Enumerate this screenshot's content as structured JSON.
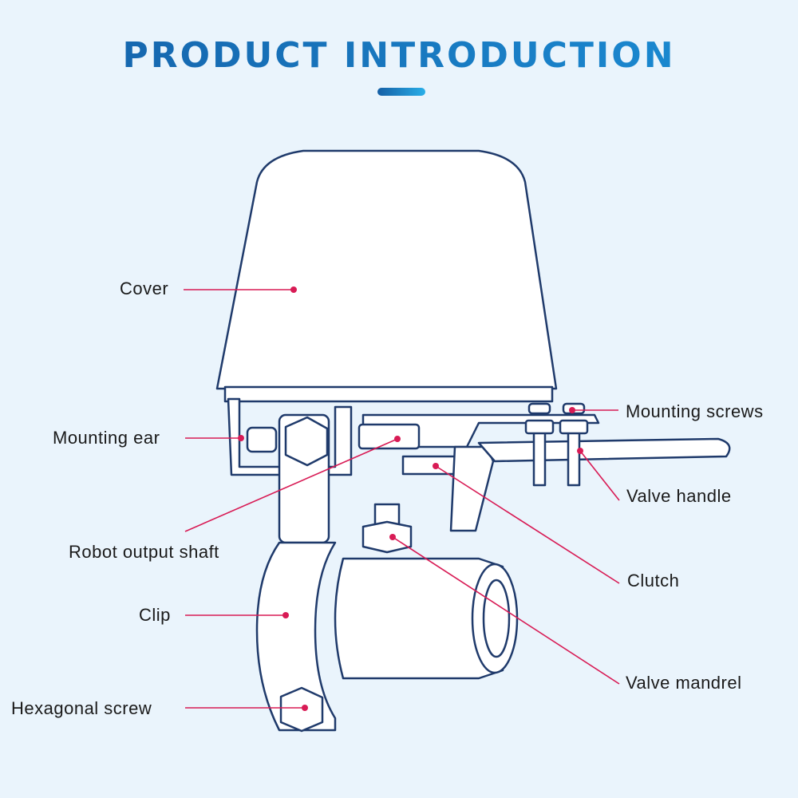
{
  "title": "PRODUCT INTRODUCTION",
  "colors": {
    "title_gradient": [
      "#1560a8",
      "#1b8fd6"
    ],
    "accent_bar": [
      "#155fa5",
      "#29aee8"
    ],
    "callout": "#d81b55",
    "outline": "#1f3a6b",
    "background": "#eaf4fc"
  },
  "labels": {
    "cover": "Cover",
    "mounting_ear": "Mounting ear",
    "robot_output_shaft": "Robot output shaft",
    "clip": "Clip",
    "hexagonal_screw": "Hexagonal screw",
    "mounting_screws": "Mounting screws",
    "valve_handle": "Valve handle",
    "clutch": "Clutch",
    "valve_mandrel": "Valve mandrel"
  }
}
